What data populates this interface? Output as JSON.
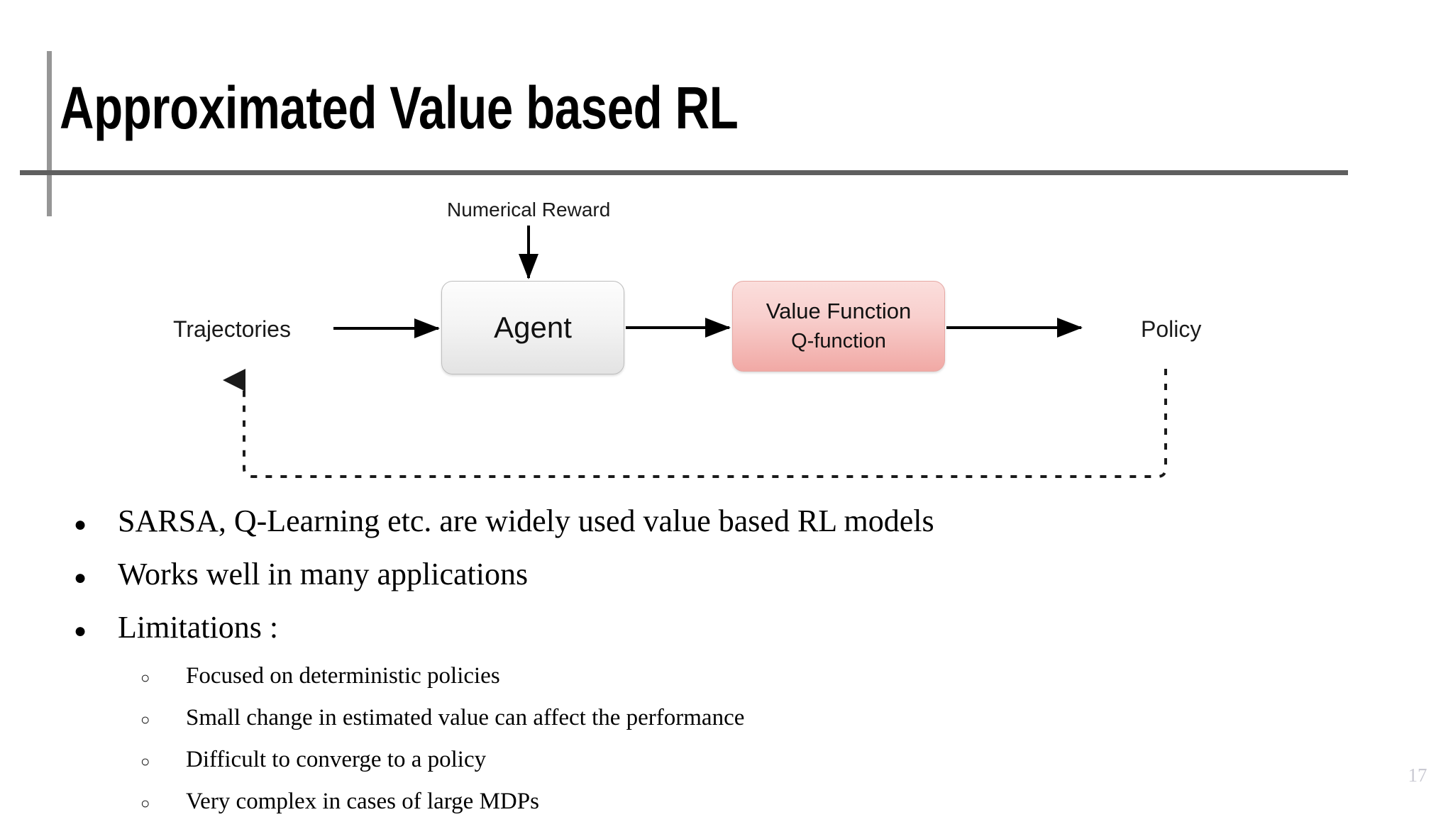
{
  "slide": {
    "title": "Approximated Value based RL",
    "page_number": "17"
  },
  "diagram": {
    "labels": {
      "numerical_reward": "Numerical Reward",
      "trajectories": "Trajectories",
      "policy": "Policy"
    },
    "nodes": {
      "agent": "Agent",
      "value_function_line1": "Value Function",
      "value_function_line2": "Q-function"
    },
    "colors": {
      "agent_fill_top": "#fdfdfd",
      "agent_fill_bottom": "#e3e3e3",
      "agent_border": "#bdbdbd",
      "value_fill_top": "#fbdedc",
      "value_fill_bottom": "#f1a9a5",
      "value_border": "#e6a9a5",
      "arrow": "#000000",
      "feedback_dashed": "#1a1a1a"
    }
  },
  "bullets": {
    "marker_level1": "●",
    "marker_level2": "○",
    "items": [
      {
        "level": 1,
        "text": "SARSA, Q-Learning etc. are widely used value based RL models"
      },
      {
        "level": 1,
        "text": "Works well in many applications"
      },
      {
        "level": 1,
        "text": "Limitations :"
      },
      {
        "level": 2,
        "text": "Focused on deterministic policies"
      },
      {
        "level": 2,
        "text": "Small change in estimated value can affect the performance"
      },
      {
        "level": 2,
        "text": "Difficult to converge to a policy"
      },
      {
        "level": 2,
        "text": "Very complex in cases of large MDPs"
      }
    ]
  },
  "theme": {
    "title_rule_vertical": "#969696",
    "title_rule_horizontal": "#5f5f5f",
    "page_number_color": "#c9c9d2",
    "background": "#ffffff"
  }
}
